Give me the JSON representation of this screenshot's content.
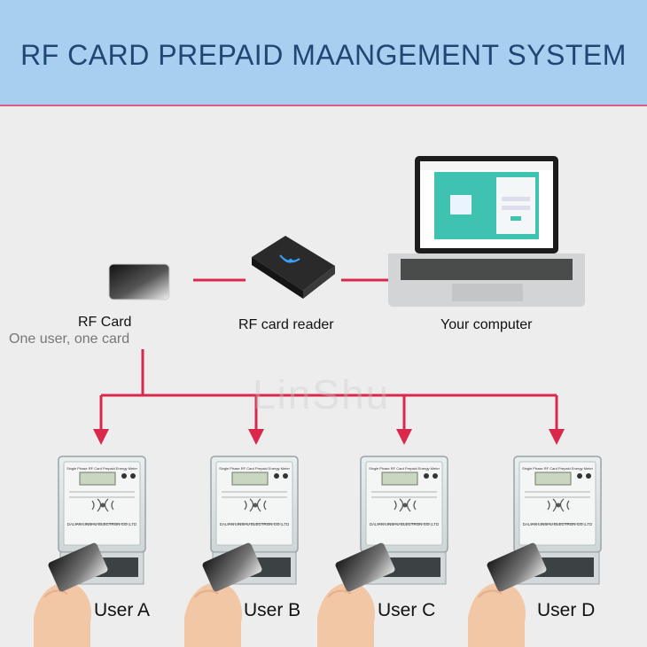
{
  "header": {
    "title": "RF CARD PREPAID MAANGEMENT SYSTEM"
  },
  "rf_card": {
    "label": "RF Card",
    "sublabel": "One user, one card"
  },
  "reader": {
    "label": "RF card reader"
  },
  "computer": {
    "label": "Your computer"
  },
  "watermark": "LinShu",
  "meter": {
    "title": "Single Phase RF Card Prepaid Energy Meter",
    "maker": "DALIAN LINSHU ELECTRON CO.,LTD"
  },
  "users": [
    {
      "label": "User A"
    },
    {
      "label": "User B"
    },
    {
      "label": "User C"
    },
    {
      "label": "User D"
    }
  ],
  "colors": {
    "connector": "#d9284b",
    "header_bg": "#a9cff0",
    "title": "#1f4773"
  }
}
